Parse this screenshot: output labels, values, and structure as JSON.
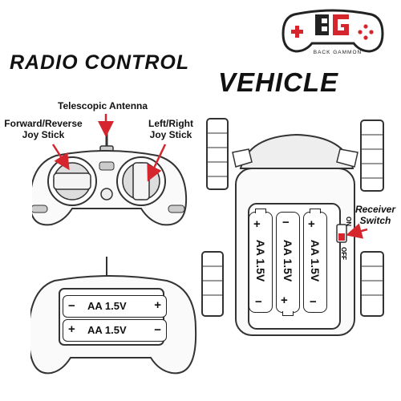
{
  "title": {
    "line1": "RADIO  CONTROL",
    "line2": "VEHICLE"
  },
  "logo": {
    "text": "BACK GAMMON",
    "monogram": "BG",
    "colors": {
      "accent": "#d6262d",
      "outline": "#222222"
    }
  },
  "labels": {
    "antenna": "Telescopic Antenna",
    "forward_reverse_line1": "Forward/Reverse",
    "forward_reverse_line2": "Joy Stick",
    "left_right_line1": "Left/Right",
    "left_right_line2": "Joy Stick",
    "receiver_line1": "Receiver",
    "receiver_line2": "Switch"
  },
  "switch": {
    "on": "ON",
    "off": "OFF"
  },
  "remote_batteries": [
    {
      "text": "AA 1.5V",
      "plus_side": "right"
    },
    {
      "text": "AA 1.5V",
      "plus_side": "left"
    }
  ],
  "vehicle_batteries": [
    {
      "text": "AA 1.5V"
    },
    {
      "text": "AA 1.5V"
    },
    {
      "text": "AA 1.5V"
    }
  ],
  "arrow_color": "#d6262d"
}
